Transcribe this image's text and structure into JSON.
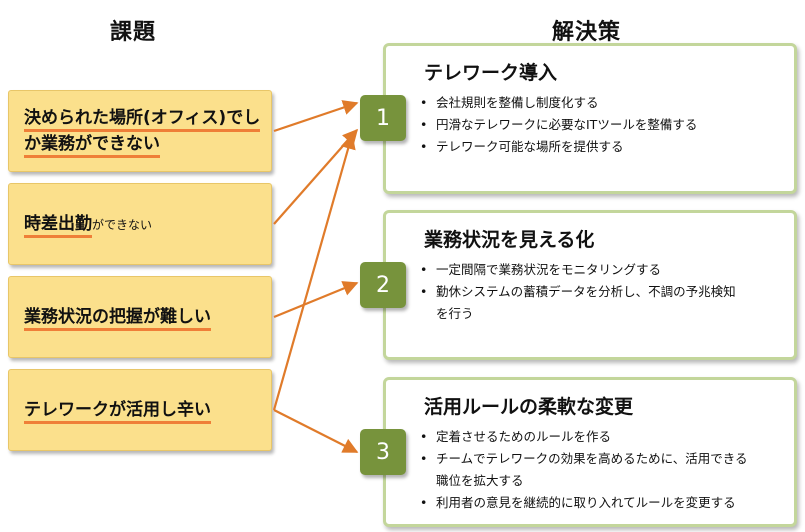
{
  "headings": {
    "issues": "課題",
    "solutions": "解決策"
  },
  "issues": [
    {
      "lines": [
        "決められた場所(オフィス)でし",
        "か業務ができない"
      ]
    },
    {
      "main": "時差出勤",
      "suffix": "ができない"
    },
    {
      "text": "業務状況の把握が難しい"
    },
    {
      "text": "テレワークが活用し辛い"
    }
  ],
  "solutions": [
    {
      "number": "1",
      "title": "テレワーク導入",
      "bullets": [
        "会社規則を整備し制度化する",
        "円滑なテレワークに必要なITツールを整備する",
        "テレワーク可能な場所を提供する"
      ]
    },
    {
      "number": "2",
      "title": "業務状況を見える化",
      "bullets": [
        "一定間隔で業務状況をモニタリングする",
        "勤休システムの蓄積データを分析し、不調の予兆検知",
        "を行う"
      ]
    },
    {
      "number": "3",
      "title": "活用ルールの柔軟な変更",
      "bullets": [
        "定着させるためのルールを作る",
        "チームでテレワークの効果を高めるために、活用できる",
        "職位を拡大する",
        "利用者の意見を継続的に取り入れてルールを変更する"
      ]
    }
  ],
  "colors": {
    "issue_fill": "#fbe08c",
    "underline": "#ef7f38",
    "arrow": "#e07b2a",
    "number_fill": "#77933c",
    "solution_border": "#c3d69b"
  }
}
